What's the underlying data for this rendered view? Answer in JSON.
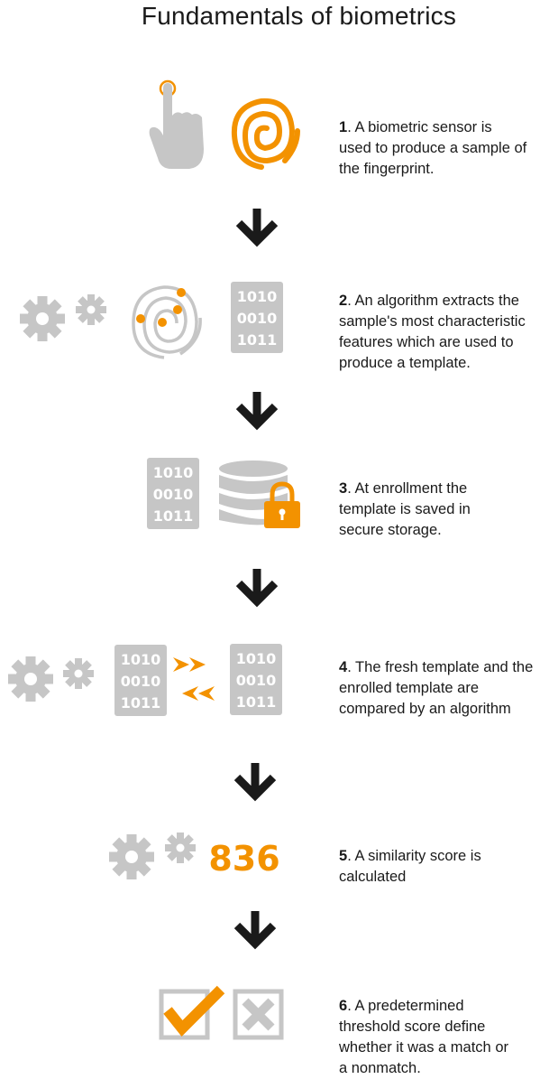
{
  "title": "Fundamentals of biometrics",
  "colors": {
    "orange": "#f39200",
    "gray": "#c6c6c6",
    "dark": "#1a1a1a"
  },
  "binary_lines": [
    "1010",
    "0010",
    "1011"
  ],
  "steps": [
    {
      "number": "1",
      "text": ". A biometric sensor is used to produce a sample of the fingerprint.",
      "icons": [
        "finger-touch-icon",
        "fingerprint-icon"
      ]
    },
    {
      "number": "2",
      "text": ". An algorithm extracts the sample's most characteristic features which are used to produce a template.",
      "icons": [
        "gears-icon",
        "fingerprint-minutiae-icon",
        "binary-template-icon"
      ]
    },
    {
      "number": "3",
      "text": ". At enrollment the template is saved in secure storage.",
      "icons": [
        "binary-template-icon",
        "database-lock-icon"
      ]
    },
    {
      "number": "4",
      "text": ". The fresh template and the enrolled template are compared by an algorithm",
      "icons": [
        "gears-icon",
        "binary-template-icon",
        "compare-arrows-icon",
        "binary-template-icon"
      ]
    },
    {
      "number": "5",
      "text": ". A similarity score is calculated",
      "score": "836",
      "icons": [
        "gears-icon"
      ]
    },
    {
      "number": "6",
      "text": ". A predetermined threshold score define whether it was a match or a nonmatch.",
      "icons": [
        "checkmark-box-icon",
        "x-box-icon"
      ]
    }
  ]
}
